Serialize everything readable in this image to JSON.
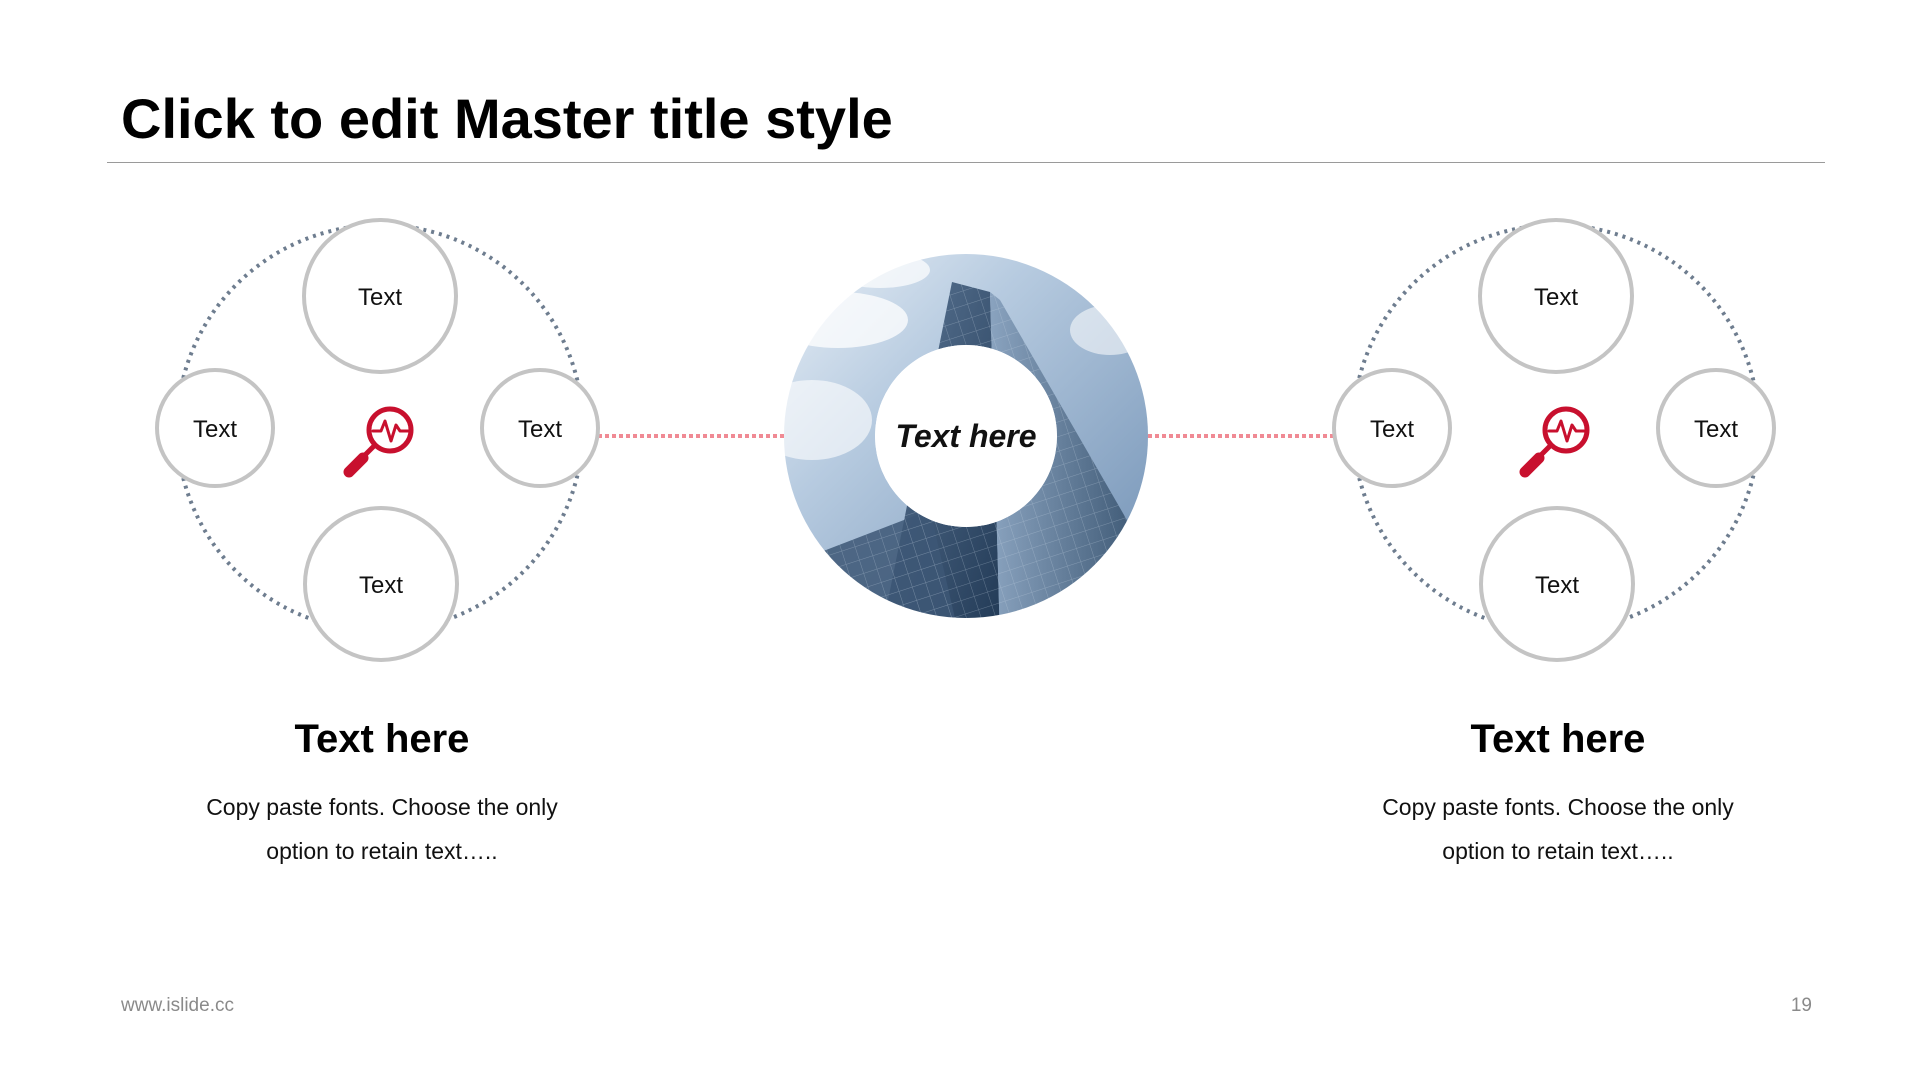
{
  "slide": {
    "title": "Click to edit Master title style",
    "footer_url": "www.islide.cc",
    "page_number": "19"
  },
  "center": {
    "label": "Text here",
    "image": "building-photo"
  },
  "left_cluster": {
    "icon": "magnifier-pulse-icon",
    "nodes": {
      "top": "Text",
      "left": "Text",
      "right": "Text",
      "bottom": "Text"
    },
    "heading": "Text here",
    "description_line1": "Copy paste fonts. Choose the only",
    "description_line2": "option to retain text….."
  },
  "right_cluster": {
    "icon": "magnifier-pulse-icon",
    "nodes": {
      "top": "Text",
      "left": "Text",
      "right": "Text",
      "bottom": "Text"
    },
    "heading": "Text here",
    "description_line1": "Copy paste fonts. Choose the only",
    "description_line2": "option to retain text….."
  },
  "colors": {
    "accent_red": "#c8102e",
    "node_stroke": "#c4c4c4",
    "ring_dots": "#6e7d8f",
    "connector": "#f08a94"
  }
}
